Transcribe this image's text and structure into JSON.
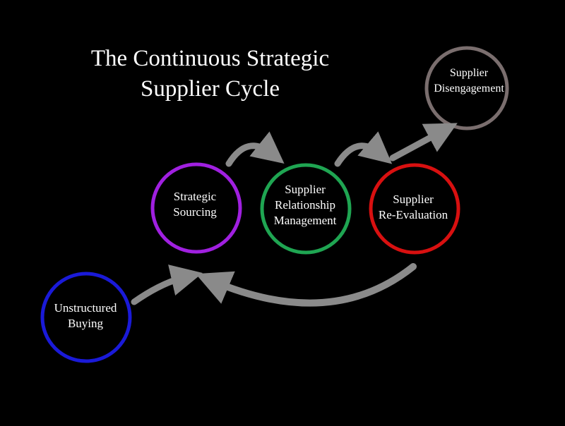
{
  "title": {
    "line1": "The Continuous Strategic",
    "line2": "Supplier Cycle"
  },
  "stages": [
    {
      "line1": "Unstructured",
      "line2": "Buying",
      "color": "#1a1ad8"
    },
    {
      "line1": "Strategic",
      "line2": "Sourcing",
      "color": "#a020e0"
    },
    {
      "line1": "Supplier",
      "line2": "Relationship",
      "line3": "Management",
      "color": "#1fa552"
    },
    {
      "line1": "Supplier",
      "line2": "Re-Evaluation",
      "color": "#d81010"
    },
    {
      "line1": "Supplier",
      "line2": "Disengagement",
      "color": "#7a6e6e"
    }
  ],
  "arrow_color": "#8a8a8a"
}
